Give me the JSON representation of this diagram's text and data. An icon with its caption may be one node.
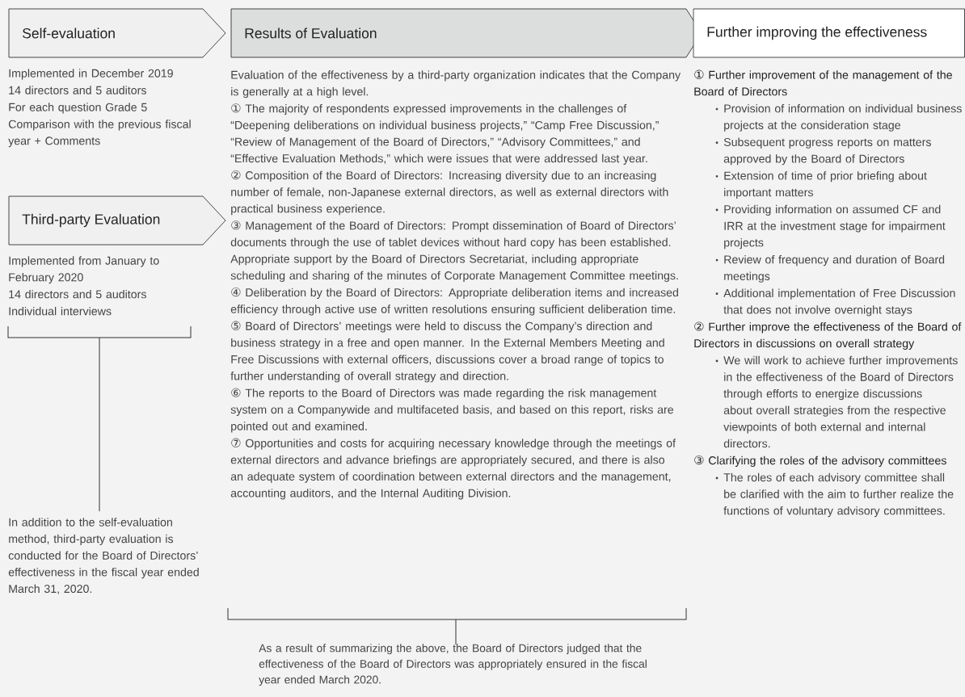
{
  "diagram": {
    "nodes": [
      {
        "text": [
          "Self-evaluation"
        ],
        "beside": [
          "Implemented in December 2019",
          "14 directors and 5 auditors",
          "For each question Grade 5",
          "Comparison with the previous fiscal year + Comments"
        ]
      },
      {
        "text": [
          "Results of Evaluation"
        ],
        "beside": [
          "Evaluation of the effectiveness by a third-party organization indicates that the Company is generally at a high level.",
          "① The majority of respondents expressed improvements in the challenges of “Deepening deliberations on individual business projects,” “Camp Free Discussion,” “Review of Management of the Board of Directors,” “Advisory Committees,” and “Effective Evaluation Methods,” which were issues that were addressed last year.",
          "② Composition of the Board of Directors: Increasing diversity due to an increasing number of female, non-Japanese external directors, as well as external directors with practical business experience.",
          "③ Management of the Board of Directors: Prompt dissemination of Board of Directors’ documents through the use of tablet devices without hard copy has been established. Appropriate support by the Board of Directors Secretariat, including appropriate scheduling and sharing of the minutes of Corporate Management Committee meetings.",
          "④ Deliberation by the Board of Directors: Appropriate deliberation items and increased efficiency through active use of written resolutions ensuring sufficient deliberation time.",
          "⑤ Board of Directors’ meetings were held to discuss the Company’s direction and business strategy in a free and open manner. In the External Members Meeting and Free Discussions with external officers, discussions cover a broad range of topics to further understanding of overall strategy and direction.",
          "⑥ The reports to the Board of Directors was made regarding the risk management system on a Companywide and multifaceted basis, and based on this report, risks are pointed out and examined.",
          "⑦ Opportunities and costs for acquiring necessary knowledge through the meetings of external directors and advance briefings are appropriately secured, and there is also an adequate system of coordination between external directors and the management, accounting auditors, and the Internal Auditing Division."
        ]
      },
      {
        "text": [
          "Further improving the effectiveness"
        ],
        "beside": [
          "① Further improvement of the management of the Board of Directors",
          "Provision of information on individual business projects at the consideration stage",
          "Subsequent progress reports on matters approved by the Board of Directors",
          "Extension of time of prior briefing about important matters",
          "Providing information on assumed CF and IRR at the investment stage for impairment projects",
          "Review of frequency and duration of Board meetings",
          "Additional implementation of Free Discussion that does not involve overnight stays",
          "② Further improve the effectiveness of the Board of Directors in discussions on overall strategy",
          "We will work to achieve further improvements in the effectiveness of the Board of Directors through efforts to energize discussions about overall strategies from the respective viewpoints of both external and internal directors.",
          "③ Clarifying the roles of the advisory committees",
          "The roles of each advisory committee shall be clarified with the aim to further realize the functions of voluntary advisory committees."
        ]
      },
      {
        "text": [
          "Third-party Evaluation"
        ],
        "beside": [
          "Implemented from January to February 2020",
          "14 directors and 5 auditors",
          "Individual interviews"
        ]
      }
    ],
    "labels": [
      "In addition to the self-evaluation method, third-party evaluation is conducted for the Board of Directors’ effectiveness in the fiscal year ended March 31, 2020.",
      "As a result of summarizing the above, the Board of Directors judged that the effectiveness of the Board of Directors was appropriately ensured in the fiscal year ended March 2020."
    ]
  }
}
